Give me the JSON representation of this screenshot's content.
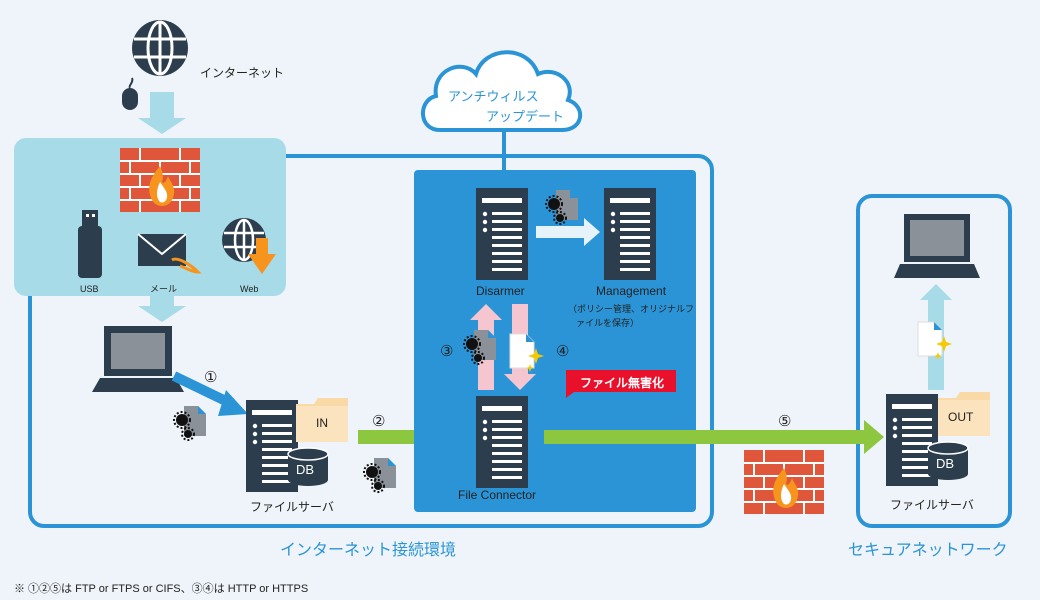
{
  "internet": {
    "label": "インターネット"
  },
  "gateway": {
    "usb": "USB",
    "mail": "メール",
    "web": "Web"
  },
  "cloud": {
    "line1": "アンチウィルス",
    "line2": "アップデート"
  },
  "servers": {
    "disarmer": "Disarmer",
    "management": "Management",
    "management_note_1": "（ポリシー管理、オリジナルフ",
    "management_note_2": "ァイルを保存）",
    "file_connector": "File Connector",
    "file_server_in": "ファイルサーバ",
    "file_server_out": "ファイルサーバ",
    "folder_in": "IN",
    "folder_out": "OUT",
    "db": "DB"
  },
  "badge": {
    "text": "ファイル無害化",
    "color": "#e8102a"
  },
  "steps": {
    "s1": "①",
    "s2": "②",
    "s3": "③",
    "s4": "④",
    "s5": "⑤"
  },
  "zones": {
    "internet_env": "インターネット接続環境",
    "secure_net": "セキュアネットワーク"
  },
  "footnote": "※ ①②⑤は FTP or FTPS or CIFS、③④は HTTP or HTTPS",
  "colors": {
    "accent_blue": "#2a94d6",
    "light_blue": "#a8dbe8",
    "green": "#8dc63f",
    "dark": "#2c3e4e"
  }
}
